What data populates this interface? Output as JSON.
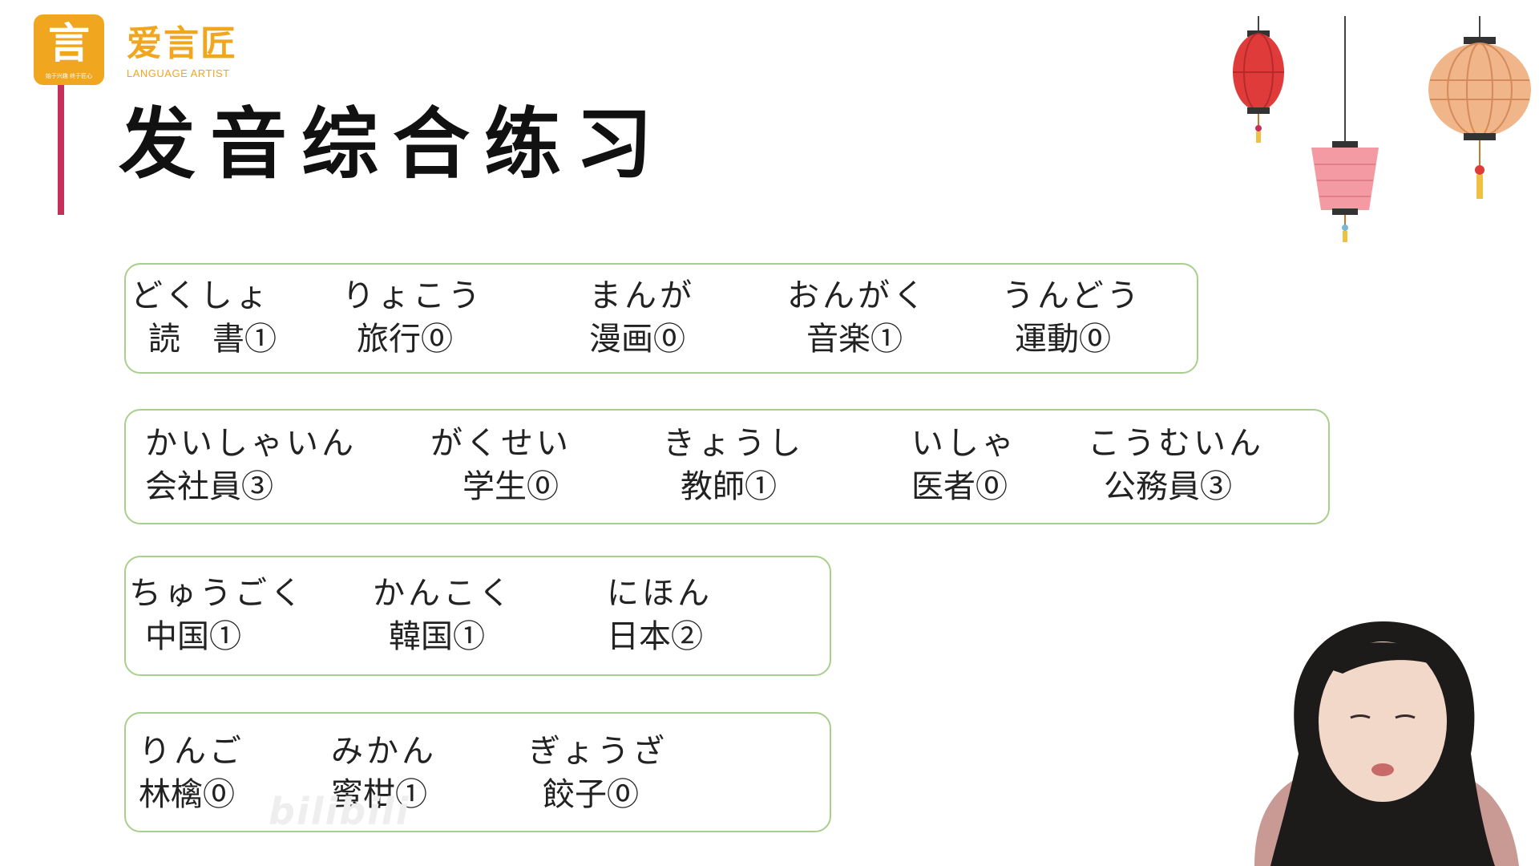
{
  "brand": {
    "logo_glyph": "言",
    "logo_slogan": "始于兴趣 终于匠心",
    "name": "爱言匠",
    "subtitle": "LANGUAGE ARTIST",
    "accent_color": "#f1a61f",
    "bar_color": "#c4305a"
  },
  "title": "发音综合练习",
  "boxes": [
    {
      "words": [
        {
          "kana": "どくしょ",
          "kanji": "読　書①"
        },
        {
          "kana": "りょこう",
          "kanji": "旅行⓪"
        },
        {
          "kana": "まんが",
          "kanji": "漫画⓪"
        },
        {
          "kana": "おんがく",
          "kanji": "音楽①"
        },
        {
          "kana": "うんどう",
          "kanji": "運動⓪"
        }
      ]
    },
    {
      "words": [
        {
          "kana": "かいしゃいん",
          "kanji": "会社員③"
        },
        {
          "kana": "がくせい",
          "kanji": "学生⓪"
        },
        {
          "kana": "きょうし",
          "kanji": "教師①"
        },
        {
          "kana": "いしゃ",
          "kanji": "医者⓪"
        },
        {
          "kana": "こうむいん",
          "kanji": "公務員③"
        }
      ]
    },
    {
      "words": [
        {
          "kana": "ちゅうごく",
          "kanji": "中国①"
        },
        {
          "kana": "かんこく",
          "kanji": "韓国①"
        },
        {
          "kana": "にほん",
          "kanji": "日本②"
        }
      ]
    },
    {
      "words": [
        {
          "kana": "りんご",
          "kanji": "林檎⓪"
        },
        {
          "kana": "みかん",
          "kanji": "蜜柑①"
        },
        {
          "kana": "ぎょうざ",
          "kanji": "餃子⓪"
        }
      ]
    }
  ],
  "decor": {
    "lantern_icons": [
      "red-lantern-icon",
      "pink-lantern-icon",
      "orange-lantern-icon"
    ],
    "box_border_color": "#a8cf8c"
  },
  "watermark": "bilibili"
}
